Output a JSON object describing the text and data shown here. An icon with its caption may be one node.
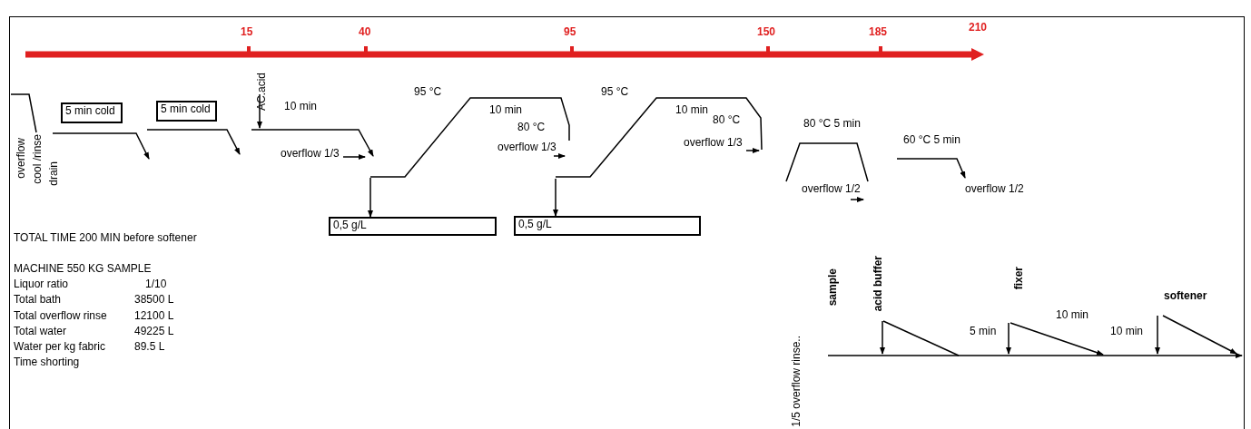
{
  "diagram": {
    "nodes": [
      {
        "text": [
          "5 min cold"
        ]
      },
      {
        "text": [
          "5 min cold"
        ]
      },
      {
        "text": [
          "0,5 g/L"
        ]
      },
      {
        "text": [
          "0,5 g/L"
        ]
      }
    ],
    "edges": [
      {
        "from": null,
        "to": 2,
        "arrow": "to"
      },
      {
        "from": null,
        "to": 3,
        "arrow": "to"
      }
    ],
    "labels": [
      "15",
      "40",
      "95",
      "150",
      "185",
      "210",
      "overflow",
      "cool /rinse",
      "drain",
      "AC.acid",
      "10 min",
      "overflow 1/3",
      "95 °C",
      "10 min",
      "80 °C",
      "overflow 1/3",
      "95 °C",
      "10 min",
      "80 °C",
      "overflow 1/3",
      "80 °C 5 min",
      "overflow 1/2",
      "60 °C 5 min",
      "overflow 1/2",
      "TOTAL TIME 200 MIN before softener",
      "MACHINE 550 KG SAMPLE",
      "Liquor ratio",
      "1/10",
      "Total bath",
      "38500 L",
      "Total overflow rinse",
      "12100 L",
      "Total water",
      "49225 L",
      "Water per kg fabric",
      "89.5 L",
      "Time shorting",
      "sample",
      "acid buffer",
      "fixer",
      "softener",
      "1/5 overflow rinse..",
      "5 min",
      "10 min",
      "10 min"
    ]
  }
}
